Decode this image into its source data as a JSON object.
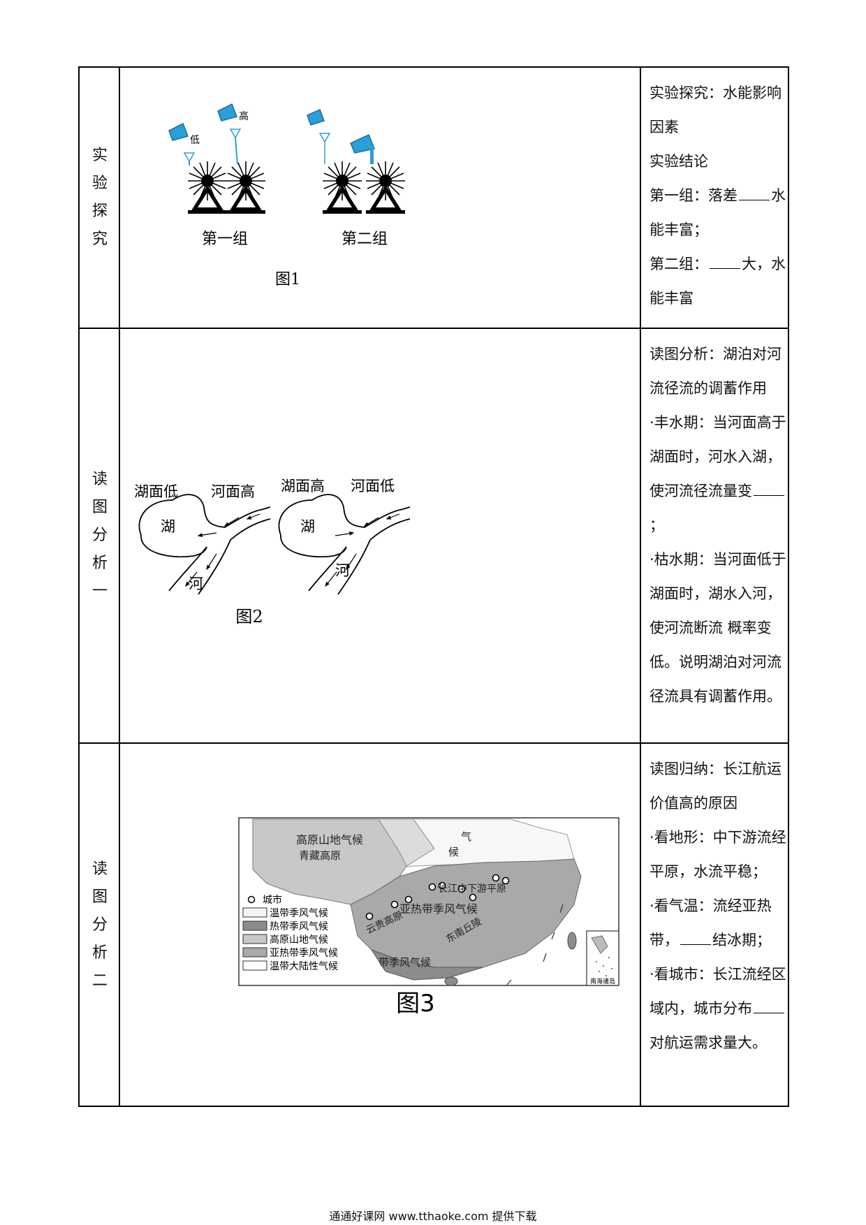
{
  "rows": [
    {
      "label_chars": [
        "实",
        "验",
        "探",
        "究"
      ],
      "figure": {
        "caption": "图1",
        "group1_label": "第一组",
        "group2_label": "第二组",
        "tag_low": "低",
        "tag_high": "高"
      },
      "notes": {
        "l1": "实验探究：水能影响因素",
        "l2": "实验结论",
        "l3a": "第一组：落差",
        "l3b": "水能丰富；",
        "l4a": "第二组：",
        "l4b": "大，水能丰富"
      }
    },
    {
      "label_chars": [
        "读",
        "图",
        "分",
        "析",
        "一"
      ],
      "figure": {
        "caption": "图2",
        "left_lake_level": "湖面低",
        "left_river_level": "河面高",
        "right_lake_level": "湖面高",
        "right_river_level": "河面低",
        "lake": "湖",
        "river": "河"
      },
      "notes": {
        "l1": "读图分析：湖泊对河流径流的调蓄作用",
        "l2a": "·丰水期：当河面高于湖面时，河水入湖，使河流径流量变",
        "l2b": "；",
        "l3": "·枯水期：当河面低于湖面时，湖水入河，使河流断流  概率变低。说明湖泊对河流径流具有调蓄作用。"
      }
    },
    {
      "label_chars": [
        "读",
        "图",
        "分",
        "析",
        "二"
      ],
      "figure": {
        "caption": "图3",
        "region_plateau_climate": "高原山地气候",
        "region_qinghai_tibet": "青藏高原",
        "region_subtropical": "亚热带季风气候",
        "region_tropical": "带季风气候",
        "region_yungui": "云贵高原",
        "region_yangtze_plain": "长江中下游平原",
        "region_southeast_hills": "东南丘陵",
        "region_north_climate": "气",
        "region_north_climate2": "候",
        "inset_label": "南海诸岛",
        "legend": [
          {
            "label": "城市",
            "type": "circle",
            "color": "#ffffff"
          },
          {
            "label": "温带季风气候",
            "type": "box",
            "color": "#f4f4f4"
          },
          {
            "label": "热带季风气候",
            "type": "box",
            "color": "#8c8c8c"
          },
          {
            "label": "高原山地气候",
            "type": "box",
            "color": "#c8c8c8"
          },
          {
            "label": "亚热带季风气候",
            "type": "box",
            "color": "#a9a9a9"
          },
          {
            "label": "温带大陆性气候",
            "type": "box",
            "color": "#ffffff"
          }
        ]
      },
      "notes": {
        "l1": "读图归纳：长江航运价值高的原因",
        "l2": "·看地形：中下游流经平原，水流平稳；",
        "l3a": "·看气温：流经亚热带，",
        "l3b": "结冰期；",
        "l4a": "·看城市：长江流经区域内，城市分布",
        "l4b": "对航运需求量大。"
      }
    }
  ],
  "footer": "通通好课网  www.tthaoke.com  提供下载",
  "colors": {
    "water": "#2a9fd8",
    "border": "#000000"
  }
}
